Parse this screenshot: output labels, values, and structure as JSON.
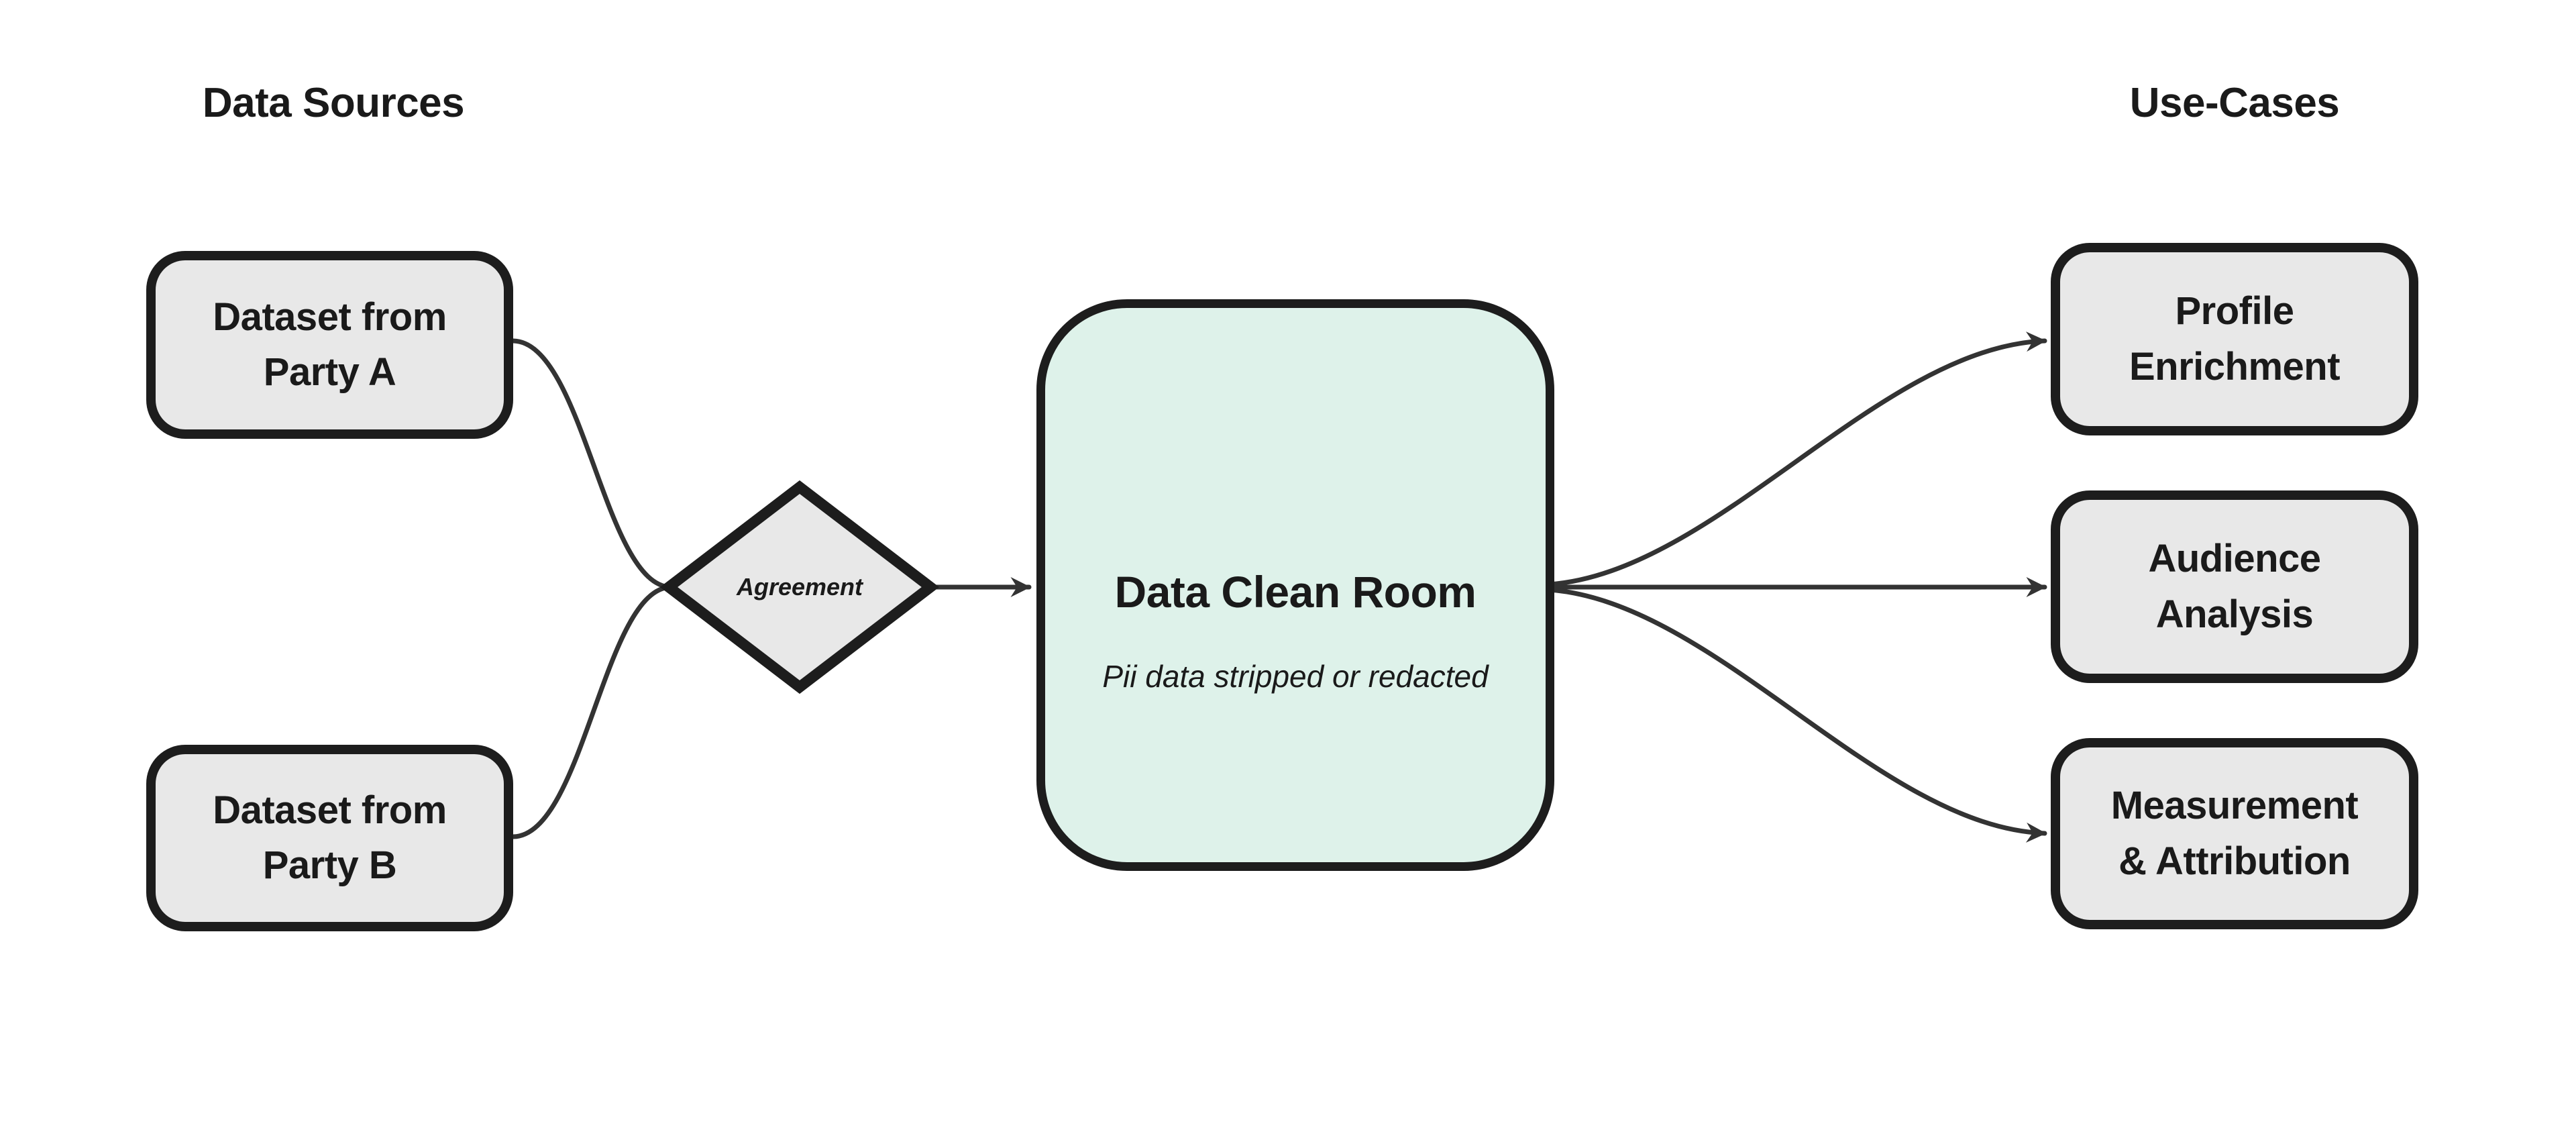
{
  "diagram": {
    "headings": {
      "left": "Data Sources",
      "right": "Use-Cases"
    },
    "sources": [
      {
        "id": "dataset-party-a",
        "label": "Dataset from\nParty A"
      },
      {
        "id": "dataset-party-b",
        "label": "Dataset from\nParty B"
      }
    ],
    "agreement": {
      "label": "Agreement"
    },
    "clean_room": {
      "title": "Data Clean Room",
      "subtitle": "Pii data stripped or redacted"
    },
    "use_cases": [
      {
        "id": "profile-enrichment",
        "label": "Profile\nEnrichment"
      },
      {
        "id": "audience-analysis",
        "label": "Audience\nAnalysis"
      },
      {
        "id": "measurement-attribution",
        "label": "Measurement\n& Attribution"
      }
    ],
    "colors": {
      "background": "#ffffff",
      "node_fill": "#e8e8e8",
      "node_border": "#1d1d1d",
      "clean_room_fill": "#def2ea",
      "connector": "#333333",
      "text": "#1a1a1a"
    }
  }
}
